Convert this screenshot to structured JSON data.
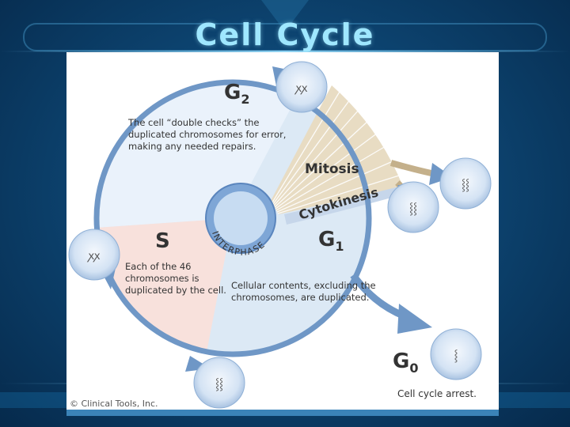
{
  "slide": {
    "title": "Cell Cycle"
  },
  "diagram": {
    "phases": {
      "g2": {
        "letter": "G",
        "sub": "2",
        "description": "The cell “double checks” the duplicated chromosomes for error, making any needed repairs."
      },
      "s": {
        "letter": "S",
        "description": "Each of the 46 chromosomes is duplicated by the cell."
      },
      "g1": {
        "letter": "G",
        "sub": "1",
        "description": "Cellular contents, excluding the chromosomes, are duplicated."
      },
      "g0": {
        "letter": "G",
        "sub": "0",
        "description": "Cell cycle arrest."
      }
    },
    "mitosis": "Mitosis",
    "cytokinesis": "Cytokinesis",
    "interphase": "INTERPHASE",
    "copyright": "© Clinical Tools, Inc.",
    "colors": {
      "g2_fill": "#eaf2fb",
      "s_fill": "#f8e1dc",
      "g1_fill": "#dce9f5",
      "mitosis_fill": "#e8dcc3",
      "arrow": "#6f97c6",
      "cell": "#cfe0f3"
    }
  }
}
